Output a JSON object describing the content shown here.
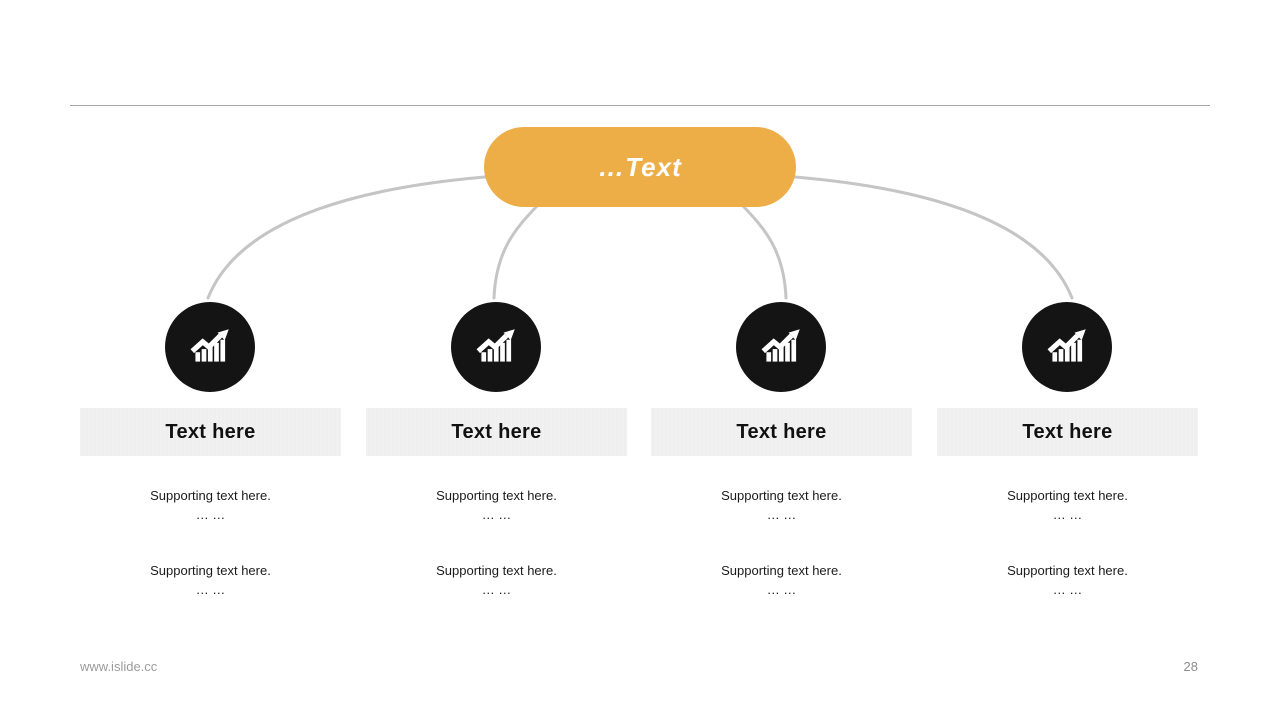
{
  "meta": {
    "footer_url": "www.islide.cc",
    "page_number": "28"
  },
  "colors": {
    "accent_orange": "#edae48",
    "node_black": "#141414",
    "connector_gray": "#c5c5c5",
    "title_box_bg": "#f0f0f0",
    "divider_gray": "#a6a6a6",
    "text_black": "#1b1b1b",
    "footer_gray": "#9b9b9b"
  },
  "root": {
    "label": "…Text"
  },
  "columns": [
    {
      "icon": "chart-increase-icon",
      "title": "Text here",
      "support": [
        {
          "line1": "Supporting text here.",
          "line2": "… …"
        },
        {
          "line1": "Supporting text here.",
          "line2": "… …"
        }
      ]
    },
    {
      "icon": "chart-increase-icon",
      "title": "Text here",
      "support": [
        {
          "line1": "Supporting text here.",
          "line2": "… …"
        },
        {
          "line1": "Supporting text here.",
          "line2": "… …"
        }
      ]
    },
    {
      "icon": "chart-increase-icon",
      "title": "Text here",
      "support": [
        {
          "line1": "Supporting text here.",
          "line2": "… …"
        },
        {
          "line1": "Supporting text here.",
          "line2": "… …"
        }
      ]
    },
    {
      "icon": "chart-increase-icon",
      "title": "Text here",
      "support": [
        {
          "line1": "Supporting text here.",
          "line2": "… …"
        },
        {
          "line1": "Supporting text here.",
          "line2": "… …"
        }
      ]
    }
  ]
}
